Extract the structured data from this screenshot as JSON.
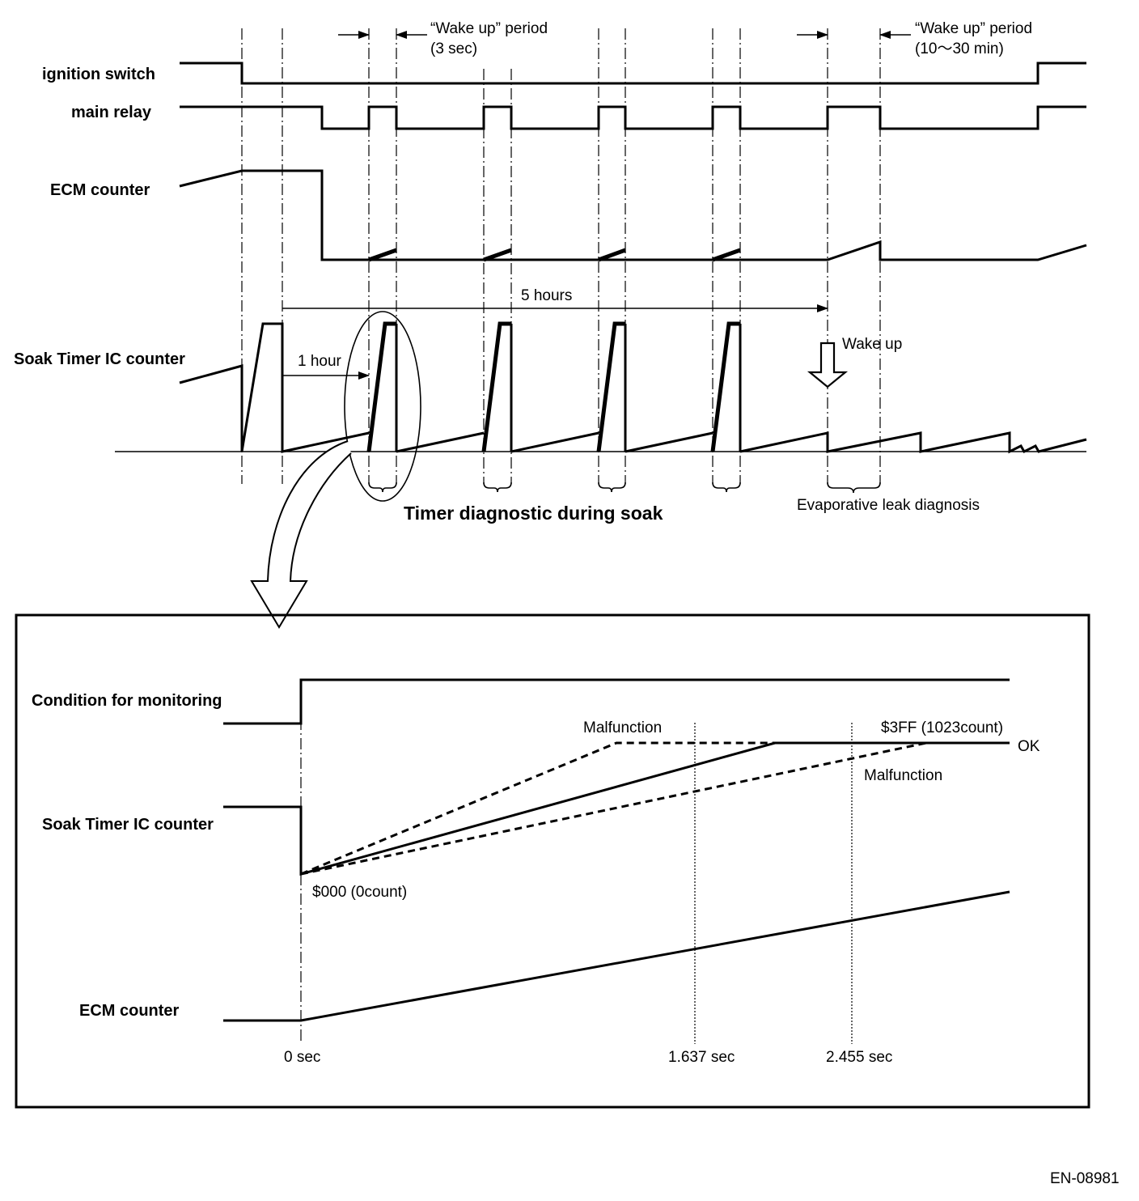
{
  "upper": {
    "signals": {
      "ignition_switch": "ignition switch",
      "main_relay": "main relay",
      "ecm_counter": "ECM counter",
      "soak_timer": "Soak Timer IC counter"
    },
    "wake_short": {
      "line1": "“Wake up” period",
      "line2": "(3 sec)"
    },
    "wake_long": {
      "line1": "“Wake up” period",
      "line2": "(10〜30 min)"
    },
    "five_hours": "5 hours",
    "one_hour": "1 hour",
    "wake_up": "Wake up",
    "timer_diag": "Timer diagnostic during soak",
    "evap_diag": "Evaporative leak diagnosis"
  },
  "detail": {
    "condition": "Condition for monitoring",
    "soak_timer": "Soak Timer IC counter",
    "ecm_counter": "ECM counter",
    "malfunction_fast": "Malfunction",
    "malfunction_slow": "Malfunction",
    "max_count": "$3FF (1023count)",
    "ok": "OK",
    "zero_count": "$000 (0count)",
    "t0": "0 sec",
    "t1": "1.637 sec",
    "t2": "2.455 sec"
  },
  "figure_id": "EN-08981"
}
